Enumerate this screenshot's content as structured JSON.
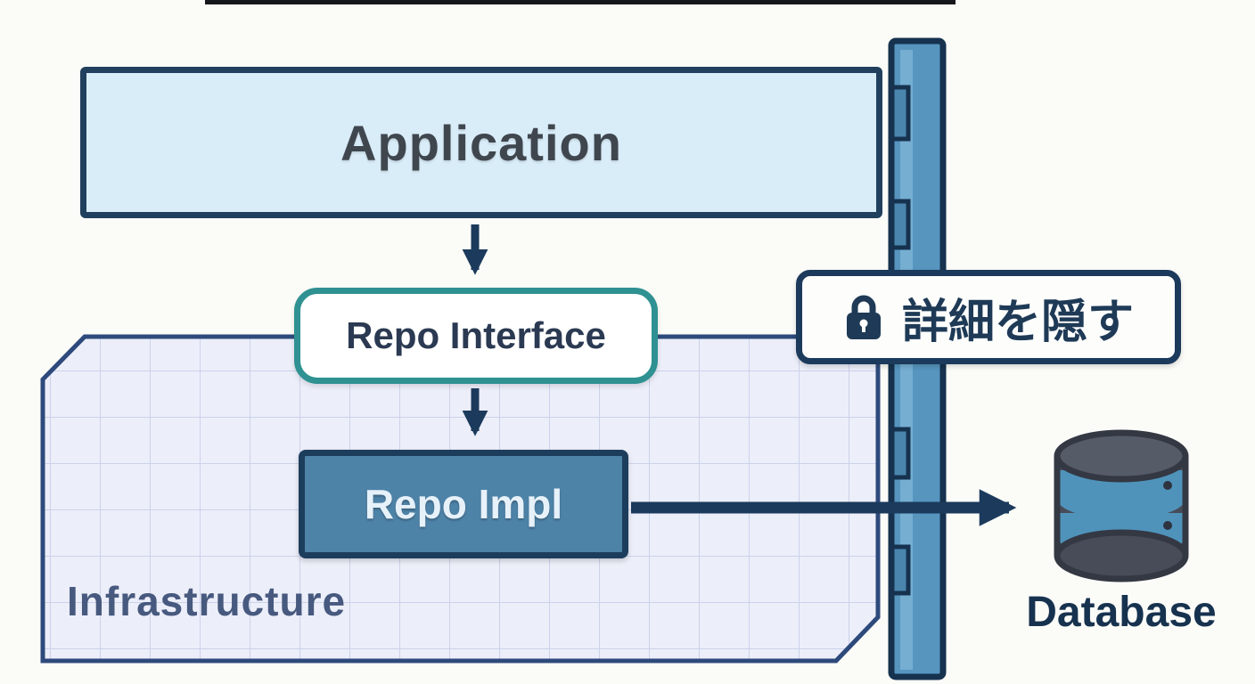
{
  "nodes": {
    "application": "Application",
    "repo_interface": "Repo Interface",
    "repo_impl": "Repo Impl",
    "infrastructure": "Infrastructure",
    "hide_details": "詳細を隠す",
    "database": "Database"
  },
  "colors": {
    "application_fill": "#d9edf9",
    "application_border": "#21405e",
    "interface_border": "#2f9191",
    "impl_fill": "#4e83a8",
    "infrastructure_fill": "#eceef9",
    "infrastructure_border": "#2e4a7c",
    "wall_fill": "#5795bf",
    "arrow": "#1b3a5c",
    "database_body": "#474c58",
    "database_band": "#4f93bb"
  }
}
